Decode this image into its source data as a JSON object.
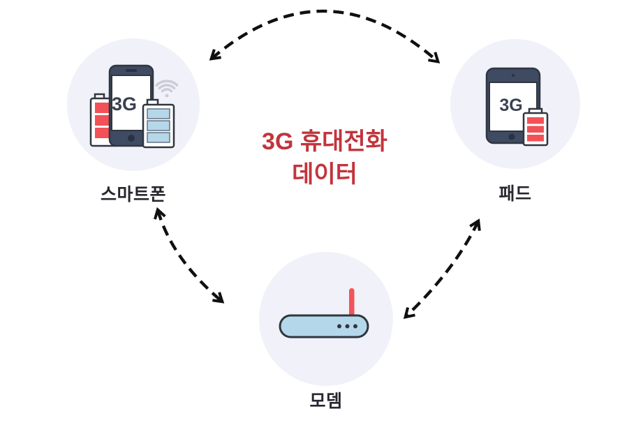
{
  "diagram": {
    "center_label": {
      "line1": "3G 휴대전화",
      "line2": "데이터"
    },
    "nodes": [
      {
        "id": "smartphone",
        "label": "스마트폰",
        "screen_badge": "3G",
        "icon": "smartphone-with-batteries-wifi-icon"
      },
      {
        "id": "pad",
        "label": "패드",
        "screen_badge": "3G",
        "icon": "tablet-with-battery-icon"
      },
      {
        "id": "modem",
        "label": "모뎀",
        "icon": "router-antenna-icon"
      }
    ],
    "connections": [
      {
        "from": "스마트폰",
        "to": "패드",
        "line": "dashed-arc",
        "arrows": "both"
      },
      {
        "from": "스마트폰",
        "to": "모뎀",
        "line": "dashed-arc",
        "arrows": "both"
      },
      {
        "from": "패드",
        "to": "모뎀",
        "line": "dashed-arc",
        "arrows": "both"
      }
    ],
    "colors": {
      "center_text": "#c2343c",
      "circle_bg": "#f1f1f9",
      "arrow": "#101010",
      "label_text": "#26262e",
      "icon_navy": "#3f4a63",
      "icon_outline": "#30363f",
      "icon_red": "#f25157",
      "icon_blue": "#b5d7ea",
      "wifi_gray": "#c9cdd7"
    }
  }
}
